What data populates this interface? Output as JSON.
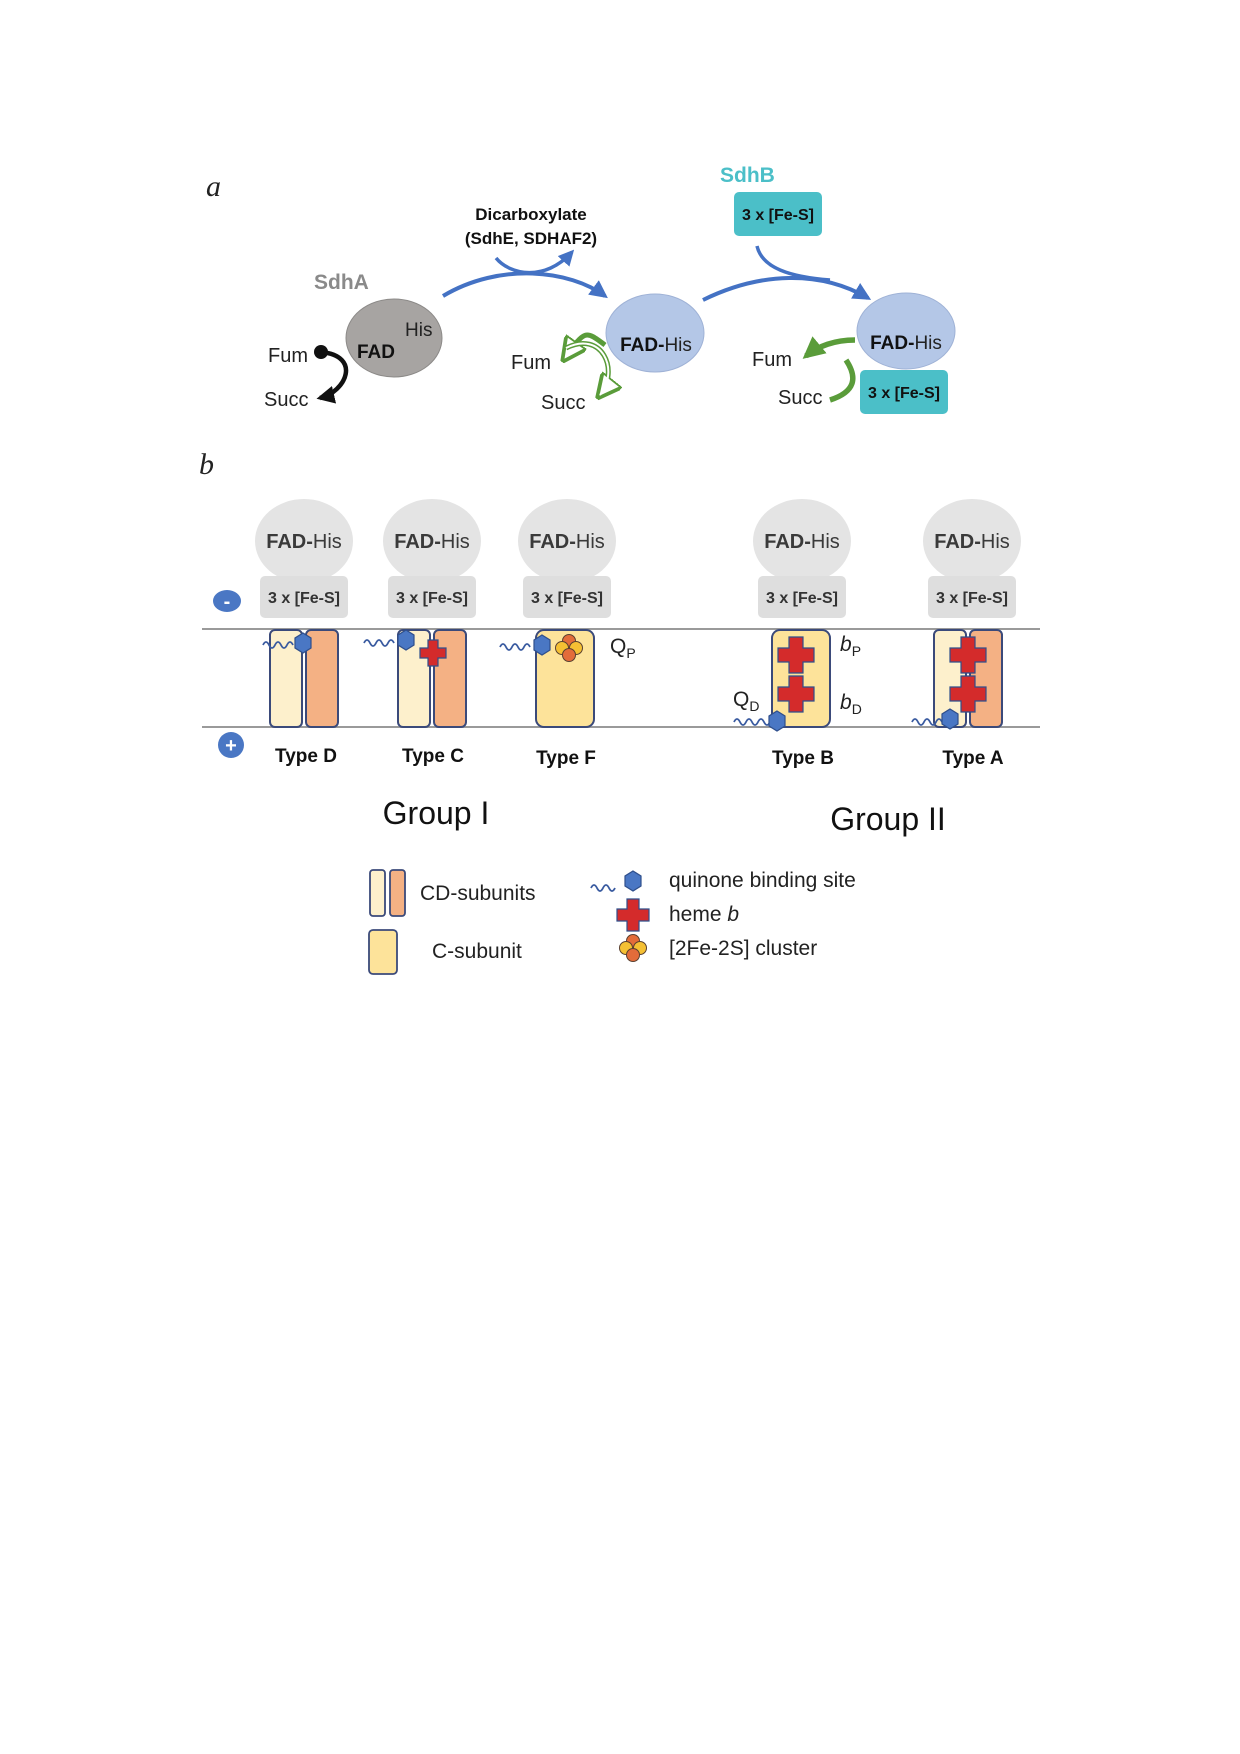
{
  "panel_a": {
    "label": "a",
    "sdha_title": "SdhA",
    "sdhb_title": "SdhB",
    "stage1": {
      "fad": "FAD",
      "his": "His",
      "fum": "Fum",
      "succ": "Succ"
    },
    "arrow1_label_line1": "Dicarboxylate",
    "arrow1_label_line2": "(SdhE, SDHAF2)",
    "stage2": {
      "fad_prefix": "FAD-",
      "fad_suffix": "His",
      "fum": "Fum",
      "succ": "Succ"
    },
    "sdhb_box": "3 x [Fe-S]",
    "stage3": {
      "fad_prefix": "FAD-",
      "fad_suffix": "His",
      "fum": "Fum",
      "succ": "Succ",
      "fes": "3 x [Fe-S]"
    }
  },
  "panel_b": {
    "label": "b",
    "fad_prefix": "FAD-",
    "fad_suffix": "His",
    "fes_label": "3 x [Fe-S]",
    "minus_sign": "-",
    "plus_sign": "+",
    "types": [
      "Type D",
      "Type C",
      "Type F",
      "Type B",
      "Type A"
    ],
    "qp_main": "Q",
    "qp_sub": "P",
    "qd_main": "Q",
    "qd_sub": "D",
    "bp_main": "b",
    "bp_sub": "P",
    "bd_main": "b",
    "bd_sub": "D",
    "group1": "Group I",
    "group2": "Group II"
  },
  "legend": {
    "cd_subunits": "CD-subunits",
    "c_subunit": "C-subunit",
    "quinone": "quinone binding site",
    "heme_prefix": "heme ",
    "heme_italic": "b",
    "cluster": "[2Fe-2S] cluster"
  },
  "colors": {
    "sdha_grey": "#a7a4a2",
    "fad_blue": "#b4c7e7",
    "teal": "#4bbfc8",
    "arrow_blue": "#4472c4",
    "green": "#5a9c3a",
    "light_yellow": "#fdf0cc",
    "yellow": "#fde39a",
    "salmon": "#f4b184",
    "heme_red": "#d42b2b",
    "quinone_blue": "#4a77c4",
    "cluster_orange": "#e36c3a",
    "cluster_yellow": "#f5c033",
    "membrane_grey": "#9a9a9a",
    "sphere_grey": "#e4e4e4"
  }
}
